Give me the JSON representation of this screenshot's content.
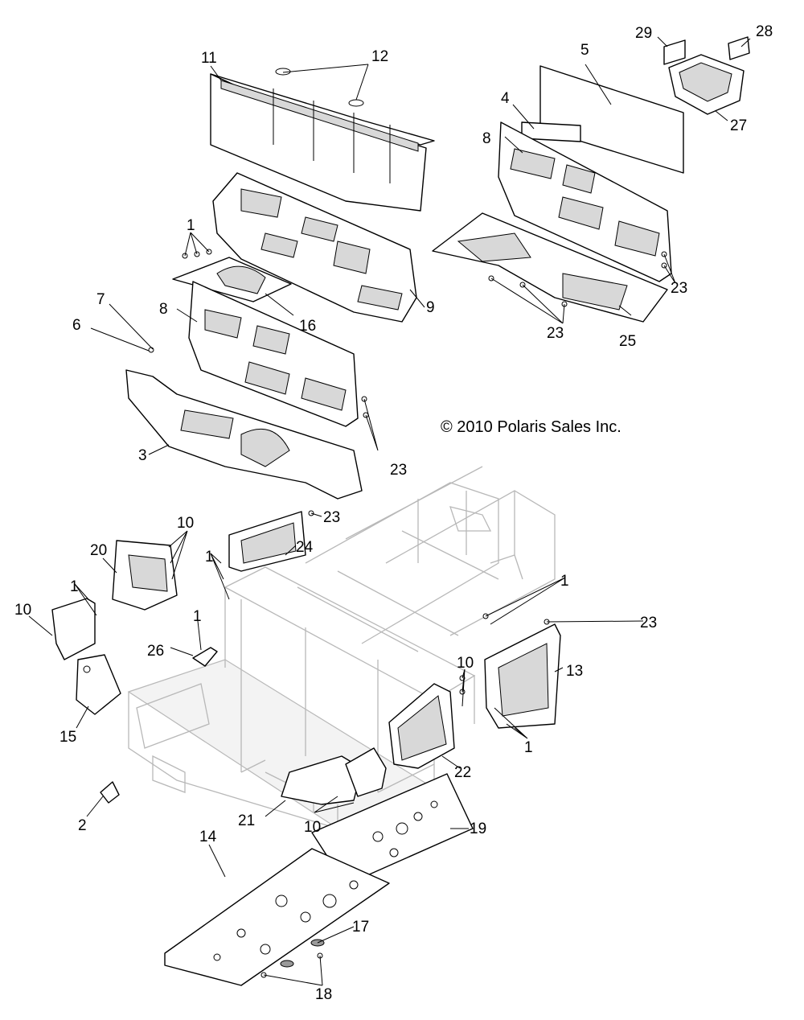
{
  "copyright": "© 2010 Polaris Sales Inc.",
  "callouts": {
    "c11": "11",
    "c12": "12",
    "c5": "5",
    "c29": "29",
    "c28": "28",
    "c27": "27",
    "c4": "4",
    "c8a": "8",
    "c1a": "1",
    "c16": "16",
    "c9": "9",
    "c7": "7",
    "c6": "6",
    "c8b": "8",
    "c23a": "23",
    "c23b": "23",
    "c25": "25",
    "c3": "3",
    "c23c": "23",
    "c10a": "10",
    "c20": "20",
    "c23d": "23",
    "c24": "24",
    "c1b": "1",
    "c10b": "10",
    "c1c": "1",
    "c1d": "1",
    "c26": "26",
    "c1e": "1",
    "c23e": "23",
    "c13": "13",
    "c15": "15",
    "c10c": "10",
    "c1f": "1",
    "c22": "22",
    "c2": "2",
    "c21": "21",
    "c10d": "10",
    "c19": "19",
    "c14": "14",
    "c17": "17",
    "c18": "18"
  }
}
